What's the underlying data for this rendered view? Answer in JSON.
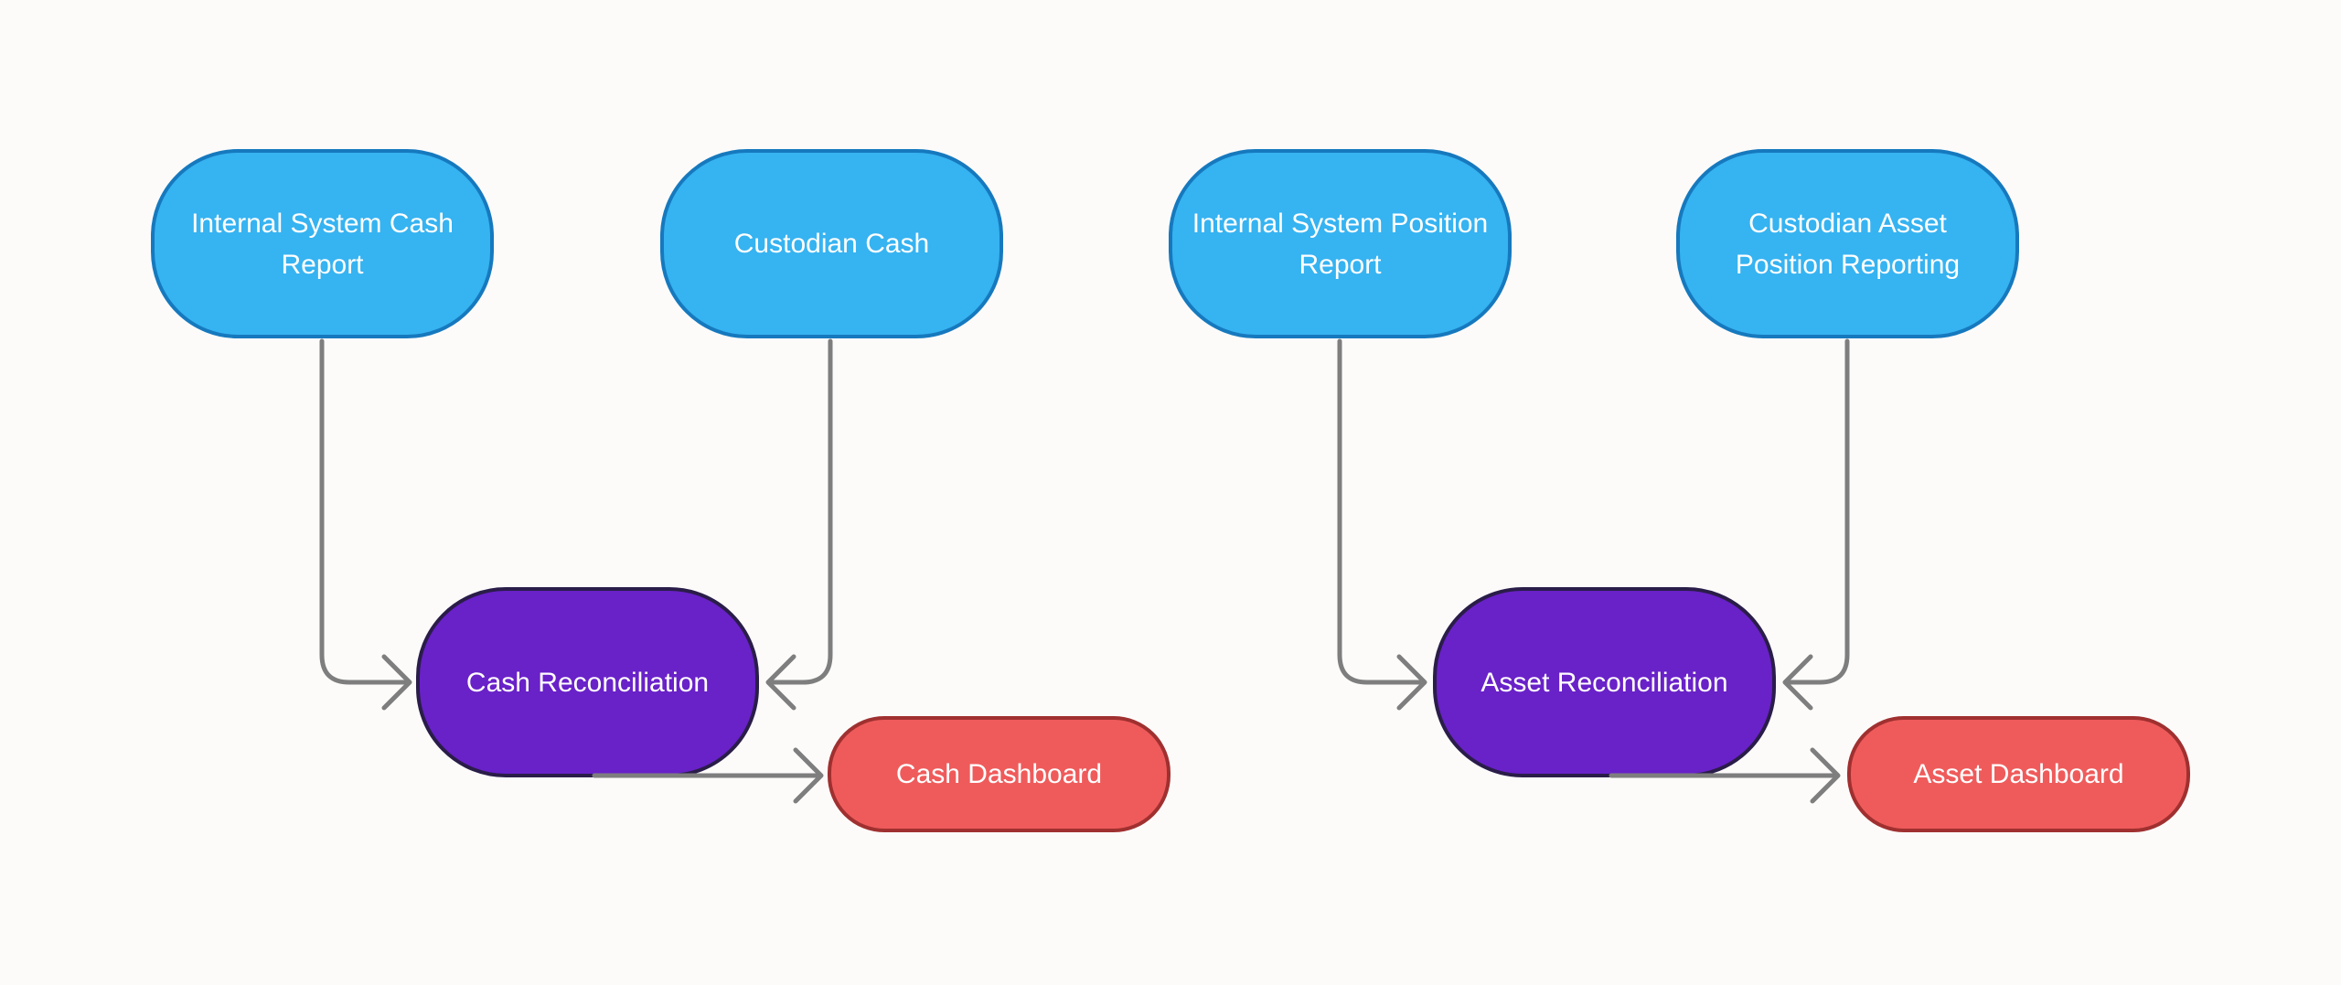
{
  "canvas": {
    "background": "#FCFBFA"
  },
  "palette": {
    "source_fill": "#36B3F1",
    "source_border": "#1679BE",
    "process_fill": "#6921C8",
    "process_border": "#2A1D49",
    "output_fill": "#EF5B5B",
    "output_border": "#A03030",
    "connector": "#7E7E7E",
    "node_text": "#FFFFFF"
  },
  "nodes": {
    "internal_system_cash_report": {
      "label": "Internal System Cash Report",
      "color": "blue"
    },
    "custodian_cash": {
      "label": "Custodian Cash",
      "color": "blue"
    },
    "internal_system_position_report": {
      "label": "Internal System Position Report",
      "color": "blue"
    },
    "custodian_asset_position_reporting": {
      "label": "Custodian Asset Position Reporting",
      "color": "blue"
    },
    "cash_reconciliation": {
      "label": "Cash Reconciliation",
      "color": "purple"
    },
    "asset_reconciliation": {
      "label": "Asset Reconciliation",
      "color": "purple"
    },
    "cash_dashboard": {
      "label": "Cash Dashboard",
      "color": "red"
    },
    "asset_dashboard": {
      "label": "Asset Dashboard",
      "color": "red"
    }
  },
  "edges": [
    {
      "from": "Internal System Cash Report",
      "to": "Cash Reconciliation"
    },
    {
      "from": "Custodian Cash",
      "to": "Cash Reconciliation"
    },
    {
      "from": "Cash Reconciliation",
      "to": "Cash Dashboard"
    },
    {
      "from": "Internal System Position Report",
      "to": "Asset Reconciliation"
    },
    {
      "from": "Custodian Asset Position Reporting",
      "to": "Asset Reconciliation"
    },
    {
      "from": "Asset Reconciliation",
      "to": "Asset Dashboard"
    }
  ]
}
